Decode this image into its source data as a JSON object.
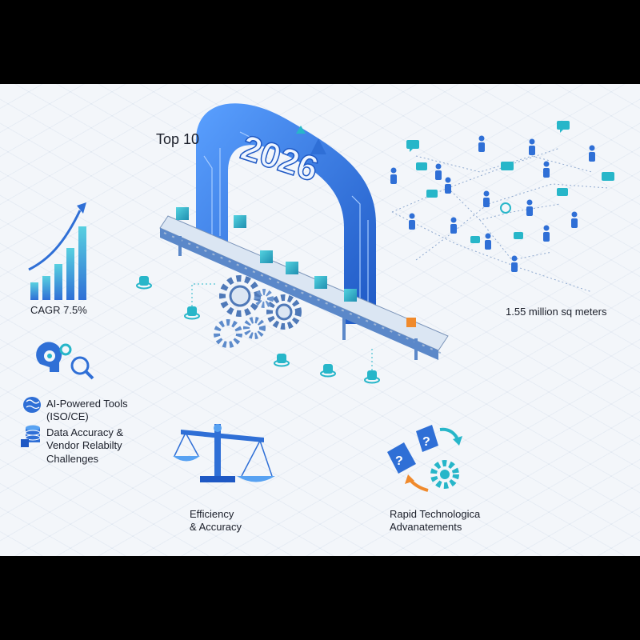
{
  "headline": "Top 10",
  "year": "2026",
  "cagr": "CAGR 7.5%",
  "area": "1.55 million sq meters",
  "ai_tools": [
    "AI-Powered Tools",
    "(ISO/CE)"
  ],
  "data_accuracy": [
    "Data Accuracy &",
    "Vendor Relabilty",
    "Challenges"
  ],
  "efficiency": [
    "Efficiency",
    "& Accuracy"
  ],
  "rapid": [
    "Rapid Technologica",
    "Advanatements"
  ],
  "colors": {
    "primary": "#2f6fd6",
    "accent": "#27b6c9",
    "orange": "#f08a2c",
    "dark": "#1b1f2a"
  },
  "icons": [
    "bar-chart-icon",
    "brain-gear-search-icon",
    "brain-icon",
    "database-icon",
    "scale-icon",
    "question-gear-cycle-icon",
    "people-network-icon",
    "gear-cluster-icon",
    "conveyor-arch-icon"
  ]
}
